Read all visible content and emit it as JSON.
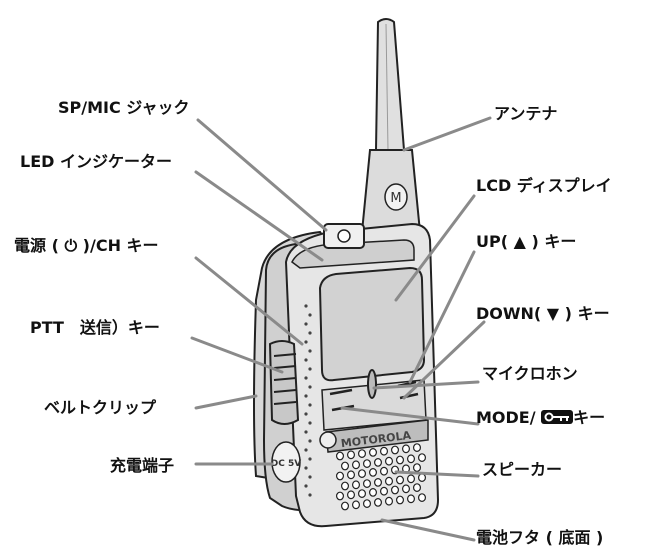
{
  "labels": {
    "sp_mic_jack": "SP/MIC ジャック",
    "led_indicator": "LED インジケーター",
    "power_ch_key": "電源 ( ⏻ )/CH キー",
    "ptt_key": "PTT　送信）キー",
    "belt_clip": "ベルトクリップ",
    "charge_terminal": "充電端子",
    "antenna": "アンテナ",
    "lcd_display": "LCD ディスプレイ",
    "up_key": "UP( ▲ ) キー",
    "down_key": "DOWN( ▼ ) キー",
    "microphone": "マイクロホン",
    "mode_key": "MODE/ ",
    "mode_key_suffix": "キー",
    "speaker": "スピーカー",
    "battery_cover": "電池フタ ( 底面 )"
  },
  "device": {
    "brand_text": "MOTOROLA",
    "charge_port_text": "DC 5V"
  },
  "colors": {
    "line": "#888888",
    "outline": "#222222",
    "body": "#e6e6e6",
    "screen": "#d4d4d4"
  }
}
